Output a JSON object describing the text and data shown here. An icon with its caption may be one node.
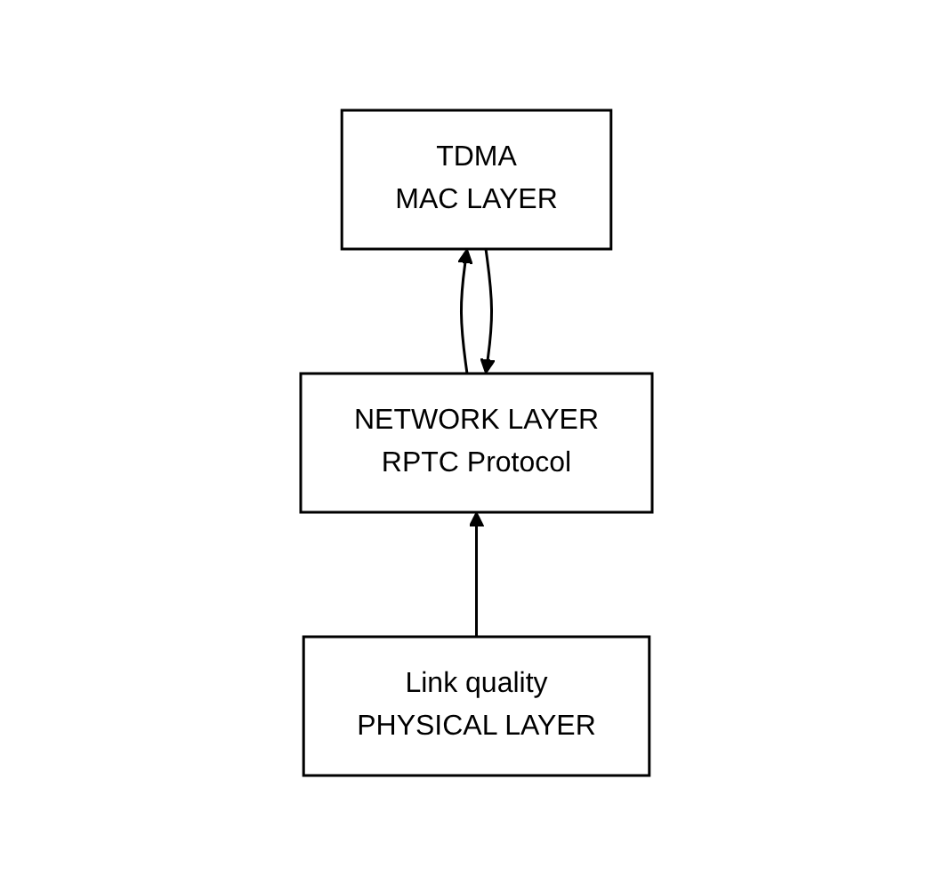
{
  "diagram": {
    "nodes": [
      {
        "text": [
          "NETWORK LAYER",
          "RPTC Protocol"
        ]
      },
      {
        "text": [
          "TDMA",
          "MAC LAYER"
        ]
      },
      {
        "text": [
          "Link quality",
          "PHYSICAL LAYER"
        ]
      }
    ],
    "edges": [
      {
        "from": 1,
        "to": 0,
        "arrow": "to"
      },
      {
        "from": 0,
        "to": 1,
        "arrow": "to"
      },
      {
        "from": 2,
        "to": 0,
        "arrow": "to"
      }
    ]
  }
}
